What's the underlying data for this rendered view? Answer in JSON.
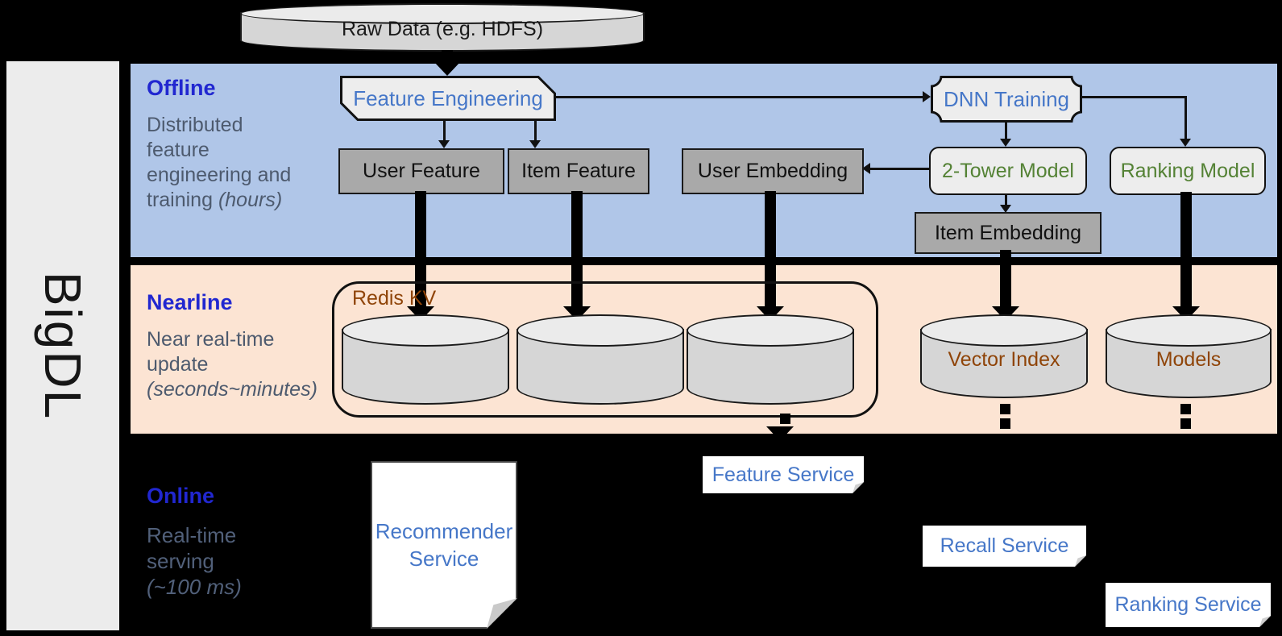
{
  "brand": {
    "label": "BigDL"
  },
  "raw_data": {
    "label": "Raw Data (e.g. HDFS)"
  },
  "offline": {
    "title": "Offline",
    "desc_line1": "Distributed",
    "desc_line2": "feature",
    "desc_line3": "engineering and",
    "desc_line4": "training ",
    "desc_line4_italic": "(hours)",
    "feature_engineering": "Feature Engineering",
    "dnn_training": "DNN Training",
    "user_feature": "User Feature",
    "item_feature": "Item Feature",
    "user_embedding": "User Embedding",
    "two_tower_model": "2-Tower Model",
    "ranking_model": "Ranking Model",
    "item_embedding": "Item Embedding"
  },
  "nearline": {
    "title": "Nearline",
    "desc_line1": "Near real-time",
    "desc_line2": "update",
    "desc_line3_italic": "(seconds~minutes)",
    "redis_kv": "Redis KV",
    "vector_index": "Vector Index",
    "models": "Models"
  },
  "online": {
    "title": "Online",
    "desc_line1": "Real-time",
    "desc_line2": "serving",
    "desc_line3_italic": "(~100 ms)",
    "recommender_service": "Recommender Service",
    "feature_service": "Feature Service",
    "recall_service": "Recall Service",
    "ranking_service": "Ranking Service"
  },
  "colors": {
    "background": "#000000",
    "offline_band": "#b0c6e8",
    "nearline_band": "#fce4d3",
    "section_title_blue": "#2127d0",
    "body_text_gray": "#4d5a6e",
    "box_label_blue": "#4677c8",
    "model_label_green": "#548235",
    "storage_label_brown": "#8f4408",
    "gray_box_fill": "#a9a9a9",
    "light_shape_fill": "#ededed",
    "sidebar_fill": "#ececec"
  }
}
